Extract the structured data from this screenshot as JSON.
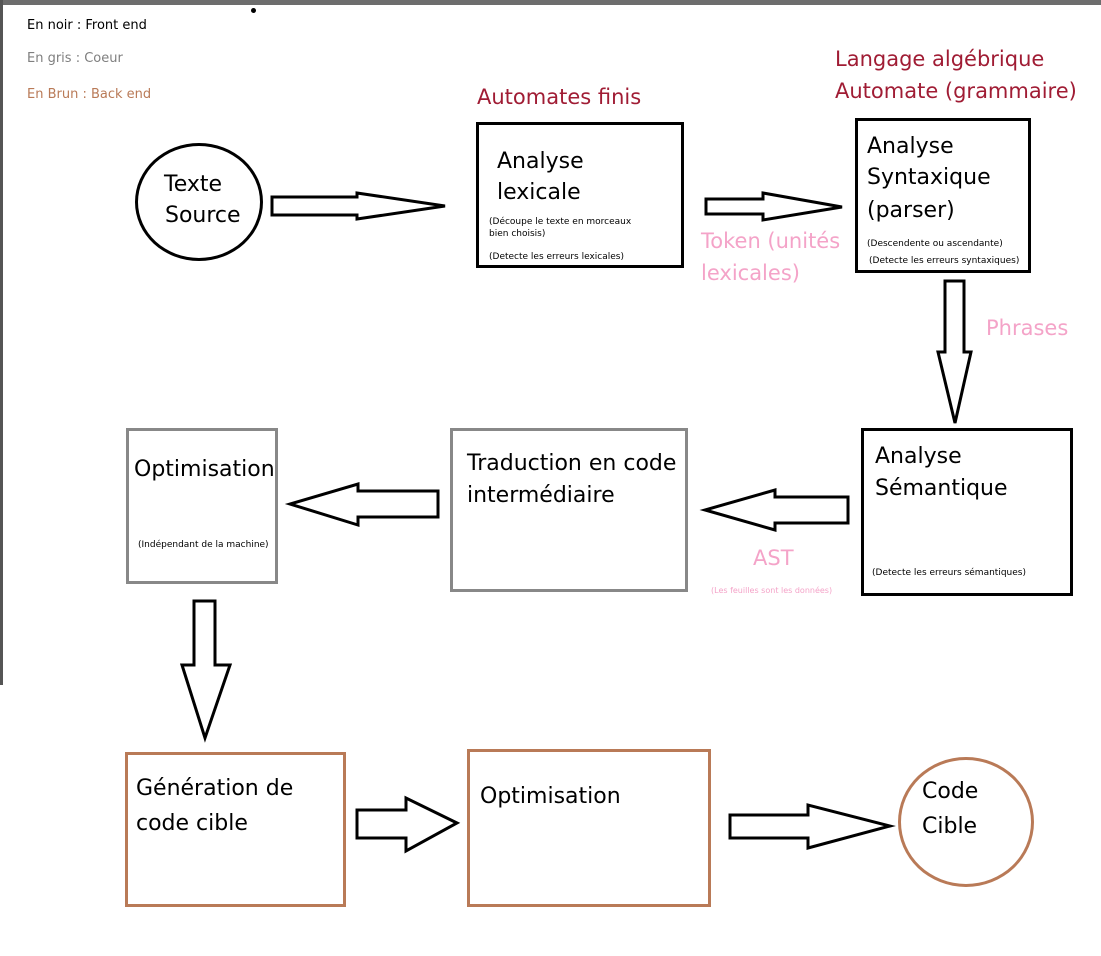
{
  "legend": {
    "noir": "En noir : Front end",
    "gris": "En gris : Coeur",
    "brun": "En Brun : Back end"
  },
  "colors": {
    "front_end": "#000000",
    "coeur": "#888888",
    "back_end": "#b97a57",
    "annotation_red": "#a01c34",
    "annotation_pink": "#f4a3c8"
  },
  "nodes": {
    "texte_source": {
      "line1": "Texte",
      "line2": "Source"
    },
    "analyse_lexicale": {
      "line1": "Analyse",
      "line2": "lexicale",
      "note1a": "(Découpe le texte en morceaux",
      "note1b": "bien choisis)",
      "note2": "(Detecte les erreurs lexicales)"
    },
    "analyse_syntaxique": {
      "line1": "Analyse",
      "line2": "Syntaxique",
      "line3": "(parser)",
      "note1": "(Descendente ou ascendante)",
      "note2": "(Detecte les erreurs syntaxiques)"
    },
    "analyse_semantique": {
      "line1": "Analyse",
      "line2": "Sémantique",
      "note": "(Detecte les erreurs sémantiques)"
    },
    "traduction": {
      "line1": "Traduction en code",
      "line2": "intermédiaire"
    },
    "optimisation_coeur": {
      "title": "Optimisation",
      "note": "(Indépendant de la machine)"
    },
    "generation": {
      "line1": "Génération de",
      "line2": "code cible"
    },
    "optimisation_back": {
      "title": "Optimisation"
    },
    "code_cible": {
      "line1": "Code",
      "line2": "Cible"
    }
  },
  "annotations": {
    "automates_finis": "Automates finis",
    "langage_algebrique": "Langage algébrique",
    "automate_grammaire": "Automate (grammaire)",
    "token1": "Token (unités",
    "token2": "lexicales)",
    "phrases": "Phrases",
    "ast": "AST",
    "ast_note": "(Les feuilles sont les données)"
  }
}
